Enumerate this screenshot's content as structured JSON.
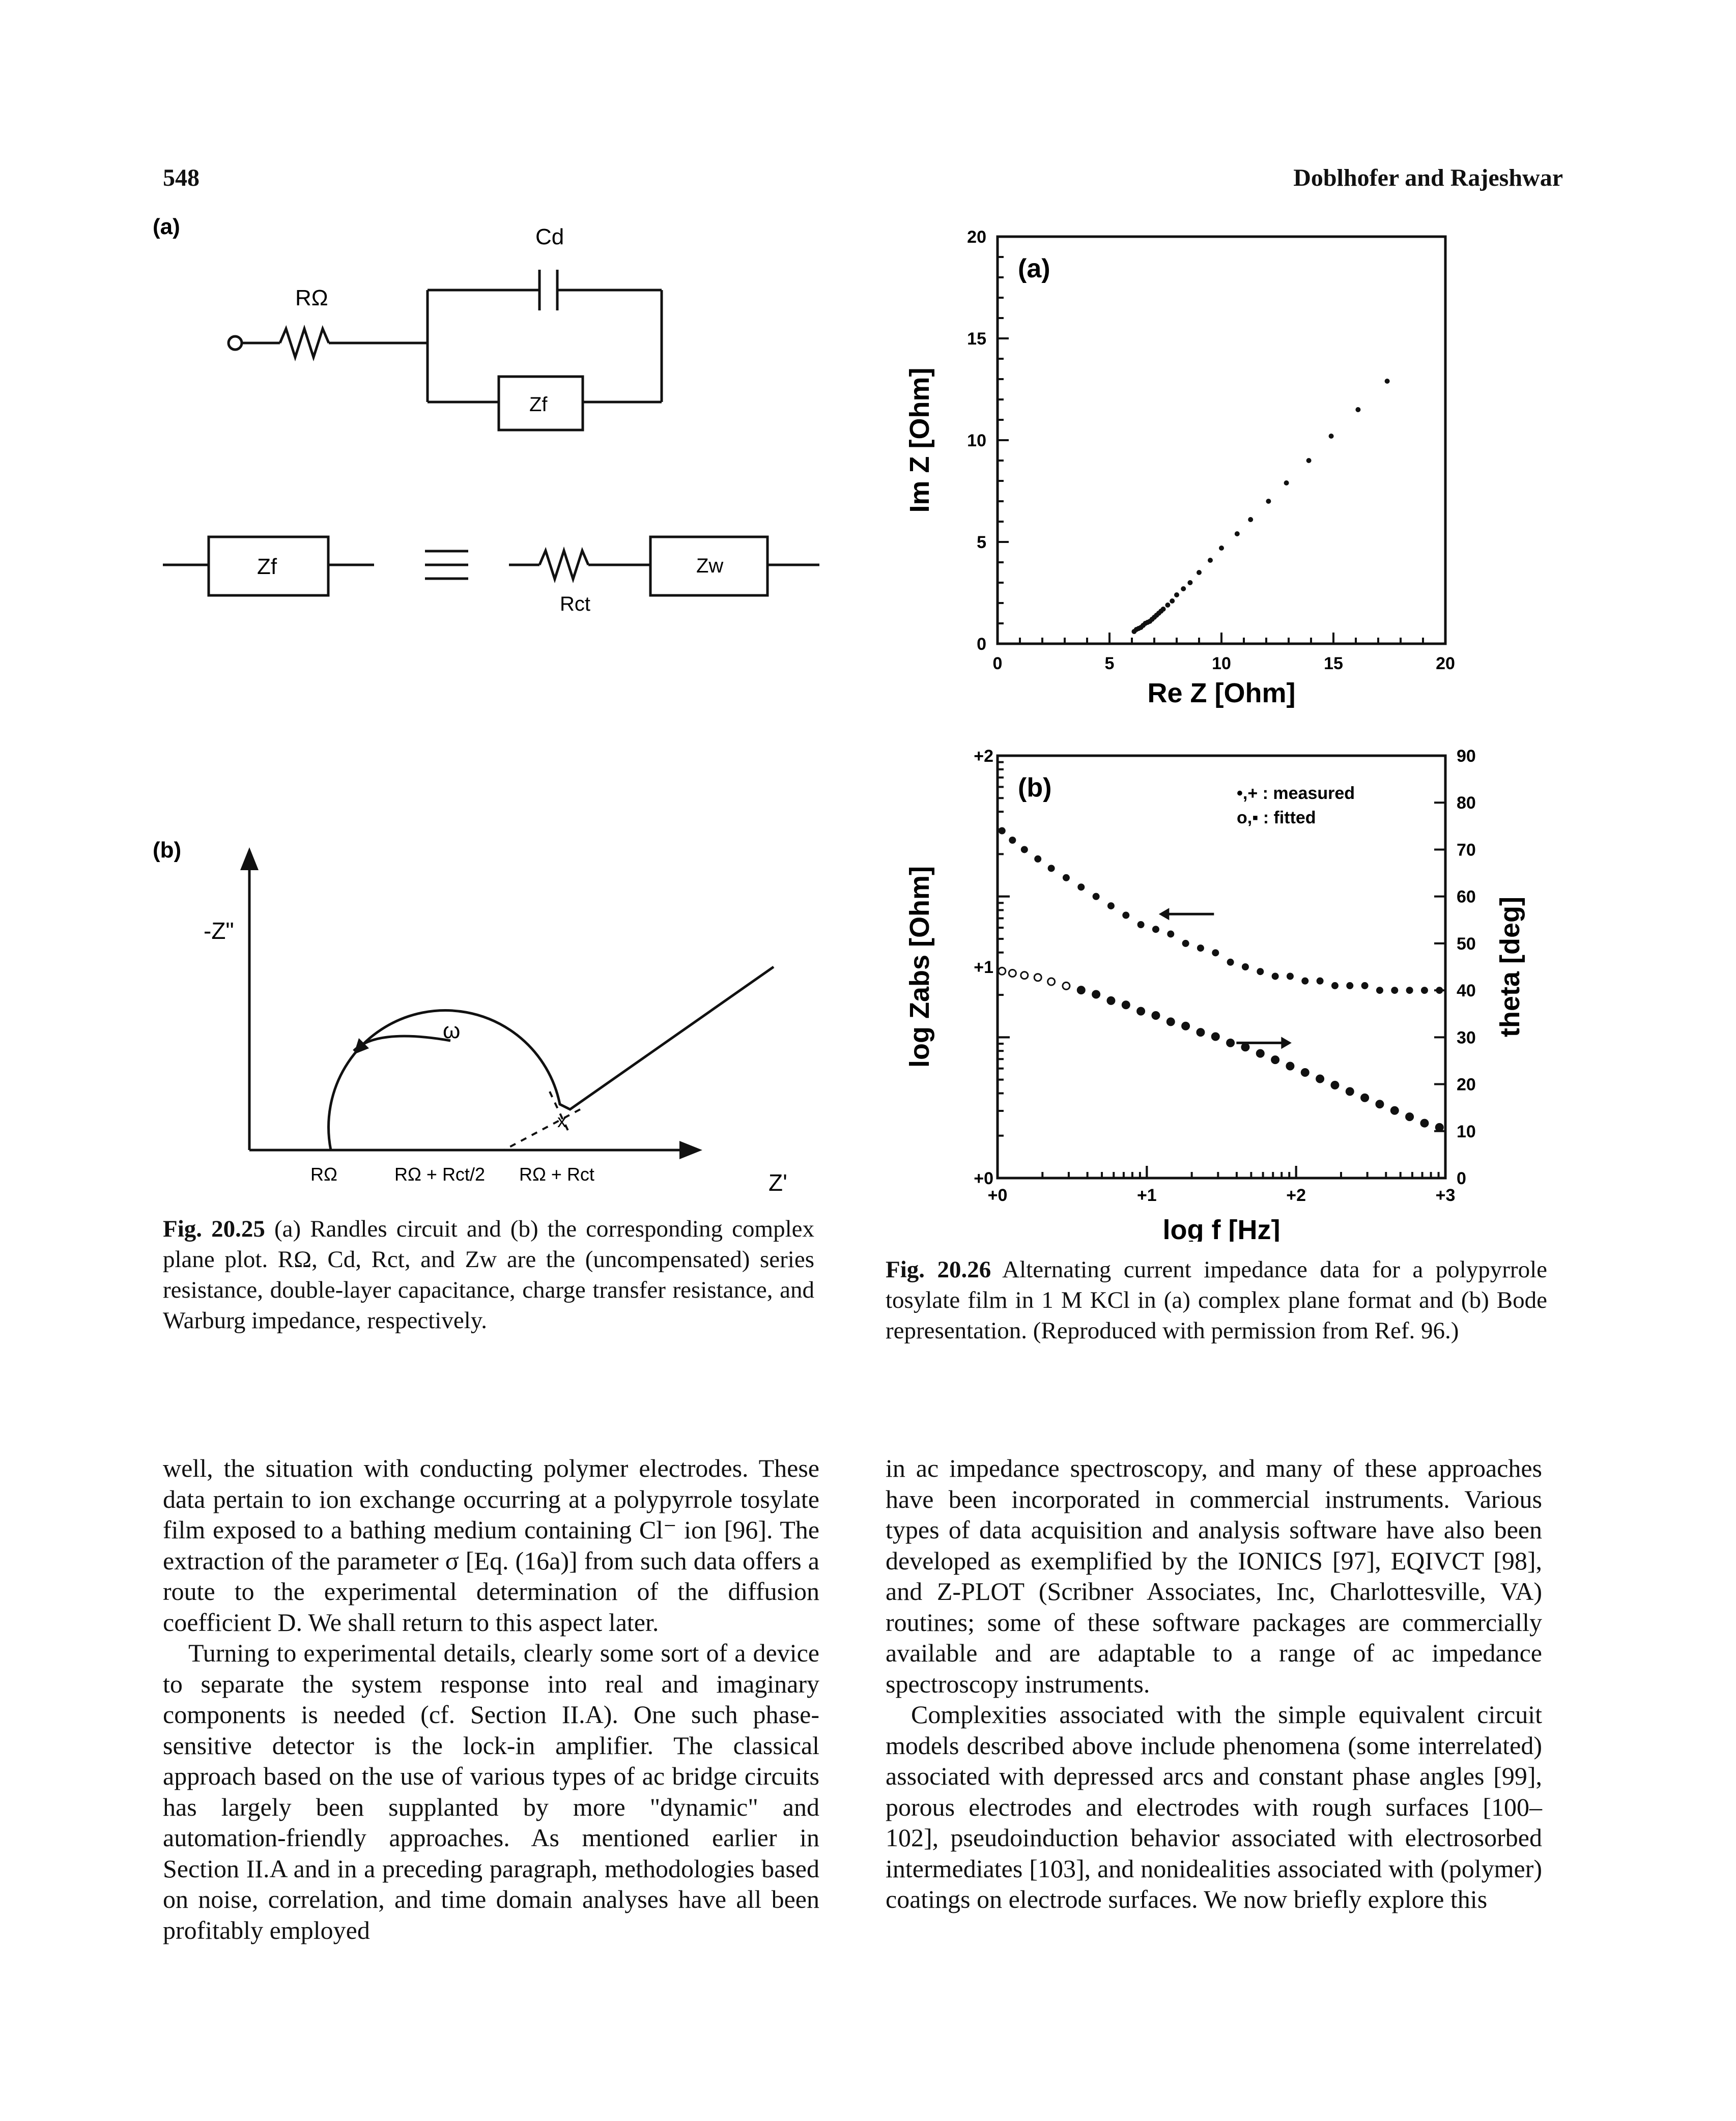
{
  "header": {
    "page_number": "548",
    "running_title": "Doblhofer and Rajeshwar"
  },
  "fig25": {
    "panel_a": "(a)",
    "panel_b": "(b)",
    "circuit_labels": {
      "r_omega": "RΩ",
      "c_d": "Cd",
      "z_f": "Zf",
      "z_left": "Zf",
      "equiv": "≡",
      "r_ct": "Rct",
      "z_w": "Zw"
    },
    "plot_labels": {
      "y_axis": "-Z\"",
      "x_axis": "Z'",
      "omega": "ω",
      "tick1": "RΩ",
      "tick2": "RΩ + Rct/2",
      "tick3": "RΩ + Rct",
      "x_mark": "x"
    },
    "caption_label": "Fig. 20.25",
    "caption_text": "(a) Randles circuit and (b) the corresponding complex plane plot. RΩ, Cd, Rct, and Zw are the (uncompensated) series resistance, double-layer capacitance, charge transfer resistance, and Warburg impedance, respectively."
  },
  "fig26": {
    "caption_label": "Fig. 20.26",
    "caption_text": "Alternating current impedance data for a polypyrrole tosylate film in 1 M KCl in (a) complex plane format and (b) Bode representation. (Reproduced with permission from Ref. 96.)"
  },
  "chart_data": [
    {
      "type": "scatter",
      "panel": "(a)",
      "xlabel": "Re Z [Ohm]",
      "ylabel": "Im Z [Ohm]",
      "xlim": [
        0,
        20
      ],
      "ylim": [
        0,
        20
      ],
      "x_ticks": [
        "0",
        "5",
        "10",
        "15",
        "20"
      ],
      "y_ticks": [
        "0",
        "5",
        "10",
        "15",
        "20"
      ],
      "series": [
        {
          "x": [
            6.1,
            6.2,
            6.3,
            6.4,
            6.5,
            6.6,
            6.7,
            6.8,
            6.9,
            7.0,
            7.1,
            7.2,
            7.3,
            7.4,
            7.6,
            7.8,
            8.0,
            8.3,
            8.6,
            9.0,
            9.5,
            10.0,
            10.7,
            11.3,
            12.1,
            12.9,
            13.9,
            14.9,
            16.1,
            17.4
          ],
          "y": [
            0.6,
            0.7,
            0.75,
            0.8,
            0.9,
            1.0,
            1.05,
            1.1,
            1.2,
            1.3,
            1.4,
            1.5,
            1.6,
            1.7,
            1.9,
            2.1,
            2.4,
            2.7,
            3.0,
            3.5,
            4.1,
            4.7,
            5.4,
            6.1,
            7.0,
            7.9,
            9.0,
            10.2,
            11.5,
            12.9
          ]
        }
      ]
    },
    {
      "type": "scatter",
      "panel": "(b)",
      "xlabel": "log f [Hz]",
      "ylabel": "log Zabs [Ohm]",
      "y2label": "theta [deg]",
      "xlim": [
        0,
        3
      ],
      "ylim": [
        0,
        2
      ],
      "y2lim": [
        0,
        90
      ],
      "x_ticks": [
        "+0",
        "+1",
        "+2",
        "+3"
      ],
      "y_ticks": [
        "+0",
        "+1",
        "+2"
      ],
      "y2_ticks": [
        "0",
        "10",
        "20",
        "30",
        "40",
        "50",
        "60",
        "70",
        "80",
        "90"
      ],
      "legend": [
        "•,+ : measured",
        "o,▪ : fitted"
      ],
      "legend_position": "top-right",
      "series": [
        {
          "name": "theta",
          "axis": "right",
          "x": [
            0.03,
            0.1,
            0.18,
            0.27,
            0.36,
            0.46,
            0.56,
            0.66,
            0.76,
            0.86,
            0.96,
            1.06,
            1.16,
            1.26,
            1.36,
            1.46,
            1.56,
            1.66,
            1.76,
            1.86,
            1.96,
            2.06,
            2.16,
            2.26,
            2.36,
            2.46,
            2.56,
            2.66,
            2.76,
            2.86,
            2.96
          ],
          "y": [
            74,
            72,
            70,
            68,
            66,
            64,
            62,
            60,
            58,
            56,
            54,
            53,
            52,
            50,
            49,
            48,
            46,
            45,
            44,
            43,
            43,
            42,
            42,
            41,
            41,
            41,
            40,
            40,
            40,
            40,
            40
          ]
        },
        {
          "name": "log Zabs",
          "axis": "left",
          "x": [
            0.03,
            0.1,
            0.18,
            0.27,
            0.36,
            0.46,
            0.56,
            0.66,
            0.76,
            0.86,
            0.96,
            1.06,
            1.16,
            1.26,
            1.36,
            1.46,
            1.56,
            1.66,
            1.76,
            1.86,
            1.96,
            2.06,
            2.16,
            2.26,
            2.36,
            2.46,
            2.56,
            2.66,
            2.76,
            2.86,
            2.96
          ],
          "y": [
            0.98,
            0.97,
            0.96,
            0.95,
            0.93,
            0.91,
            0.89,
            0.87,
            0.84,
            0.82,
            0.79,
            0.77,
            0.74,
            0.72,
            0.69,
            0.67,
            0.64,
            0.62,
            0.59,
            0.56,
            0.53,
            0.5,
            0.47,
            0.44,
            0.41,
            0.38,
            0.35,
            0.32,
            0.29,
            0.26,
            0.24
          ]
        }
      ]
    }
  ],
  "left_column": [
    "well, the situation with conducting polymer electrodes. These data pertain to ion exchange occurring at a polypyrrole tosylate film exposed to a bathing medium containing Cl⁻ ion [96]. The extraction of the parameter σ [Eq. (16a)] from such data offers a route to the experimental determination of the diffusion coefficient D. We shall return to this aspect later.",
    "Turning to experimental details, clearly some sort of a device to separate the system response into real and imaginary components is needed (cf. Section II.A). One such phase-sensitive detector is the lock-in amplifier. The classical approach based on the use of various types of ac bridge circuits has largely been supplanted by more \"dynamic\" and automation-friendly approaches. As mentioned earlier in Section II.A and in a preceding paragraph, methodologies based on noise, correlation, and time domain analyses have all been profitably employed"
  ],
  "right_column": [
    "in ac impedance spectroscopy, and many of these approaches have been incorporated in commercial instruments. Various types of data acquisition and analysis software have also been developed as exemplified by the IONICS [97], EQIVCT [98], and Z-PLOT (Scribner Associates, Inc, Charlottesville, VA) routines; some of these software packages are commercially available and are adaptable to a range of ac impedance spectroscopy instruments.",
    "Complexities associated with the simple equivalent circuit models described above include phenomena (some interrelated) associated with depressed arcs and constant phase angles [99], porous electrodes and electrodes with rough surfaces [100–102], pseudoinduction behavior associated with electrosorbed intermediates [103], and nonidealities associated with (polymer) coatings on electrode surfaces. We now briefly explore this"
  ]
}
